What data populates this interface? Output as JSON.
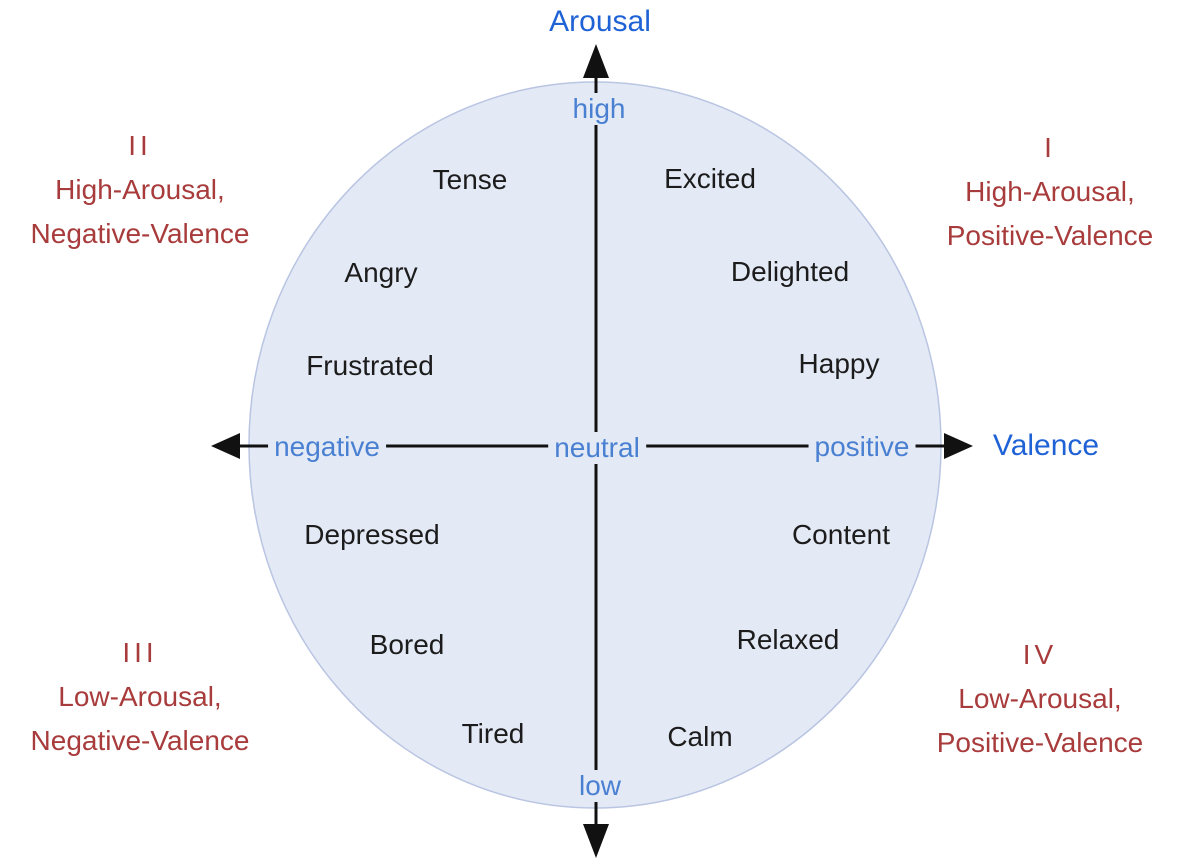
{
  "axes": {
    "vertical": {
      "title": "Arousal",
      "high_label": "high",
      "low_label": "low"
    },
    "horizontal": {
      "title": "Valence",
      "negative_label": "negative",
      "neutral_label": "neutral",
      "positive_label": "positive"
    }
  },
  "quadrants": [
    {
      "numeral": "I",
      "arousal_line": "High-Arousal,",
      "valence_line": "Positive-Valence",
      "emotions": [
        "Excited",
        "Delighted",
        "Happy"
      ]
    },
    {
      "numeral": "II",
      "arousal_line": "High-Arousal,",
      "valence_line": "Negative-Valence",
      "emotions": [
        "Tense",
        "Angry",
        "Frustrated"
      ]
    },
    {
      "numeral": "III",
      "arousal_line": "Low-Arousal,",
      "valence_line": "Negative-Valence",
      "emotions": [
        "Depressed",
        "Bored",
        "Tired"
      ]
    },
    {
      "numeral": "IV",
      "arousal_line": "Low-Arousal,",
      "valence_line": "Positive-Valence",
      "emotions": [
        "Content",
        "Relaxed",
        "Calm"
      ]
    }
  ],
  "colors": {
    "axis_title_blue": "#1e62d6",
    "endpoint_blue": "#4a80d2",
    "quadrant_red": "#a83b3b",
    "emotion_black": "#1c1c1c",
    "ellipse_fill": "#e3e9f5",
    "ellipse_border": "#b9c5e2",
    "axis_line_black": "#111111"
  }
}
